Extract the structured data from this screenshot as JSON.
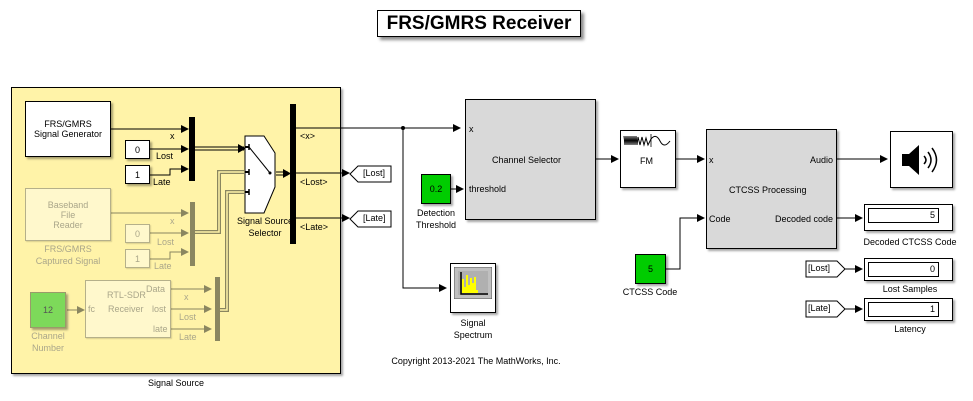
{
  "title": "FRS/GMRS Receiver",
  "subsystem": {
    "label": "Signal Source",
    "fill_color": "#fff3a8",
    "generator": {
      "line1": "FRS/GMRS",
      "line2": "Signal Generator"
    },
    "gen_lost_const": "0",
    "gen_late_const": "1",
    "gen_bus_labels": {
      "x": "x",
      "lost": "Lost",
      "late": "Late"
    },
    "file_reader": {
      "line1": "Baseband",
      "line2": "File",
      "line3": "Reader",
      "caption1": "FRS/GMRS",
      "caption2": "Captured Signal"
    },
    "file_lost_const": "0",
    "file_late_const": "1",
    "file_bus_labels": {
      "x": "x",
      "lost": "Lost",
      "late": "Late"
    },
    "channel_number": {
      "value": "12",
      "caption1": "Channel",
      "caption2": "Number"
    },
    "rtl_sdr": {
      "line1": "RTL-SDR",
      "line2": "Receiver",
      "in_port": "fc",
      "out_data": "Data",
      "out_lost": "lost",
      "out_late": "late"
    },
    "rtl_bus_labels": {
      "x": "x",
      "lost": "Lost",
      "late": "Late"
    },
    "selector": {
      "line1": "Signal Source",
      "line2": "Selector"
    },
    "bus_out_labels": {
      "x": "<x>",
      "lost": "<Lost>",
      "late": "<Late>"
    }
  },
  "goto_tags": {
    "lost": "[Lost]",
    "late": "[Late]"
  },
  "detection_threshold": {
    "value": "0.2",
    "caption1": "Detection",
    "caption2": "Threshold"
  },
  "channel_selector": {
    "label": "Channel Selector",
    "in_x": "x",
    "in_threshold": "threshold"
  },
  "fm": {
    "label": "FM"
  },
  "ctcss_processing": {
    "label": "CTCSS Processing",
    "in_x": "x",
    "in_code": "Code",
    "out_audio": "Audio",
    "out_decoded": "Decoded code"
  },
  "ctcss_code": {
    "value": "5",
    "caption": "CTCSS Code"
  },
  "audio_device": {
    "icon": "speaker-icon"
  },
  "spectrum": {
    "caption1": "Signal",
    "caption2": "Spectrum"
  },
  "displays": {
    "decoded": {
      "value": "5",
      "caption": "Decoded CTCSS Code"
    },
    "lost": {
      "value": "0",
      "caption": "Lost Samples",
      "from_tag": "[Lost]"
    },
    "latency": {
      "value": "1",
      "caption": "Latency",
      "from_tag": "[Late]"
    }
  },
  "copyright": "Copyright 2013-2021 The MathWorks, Inc."
}
